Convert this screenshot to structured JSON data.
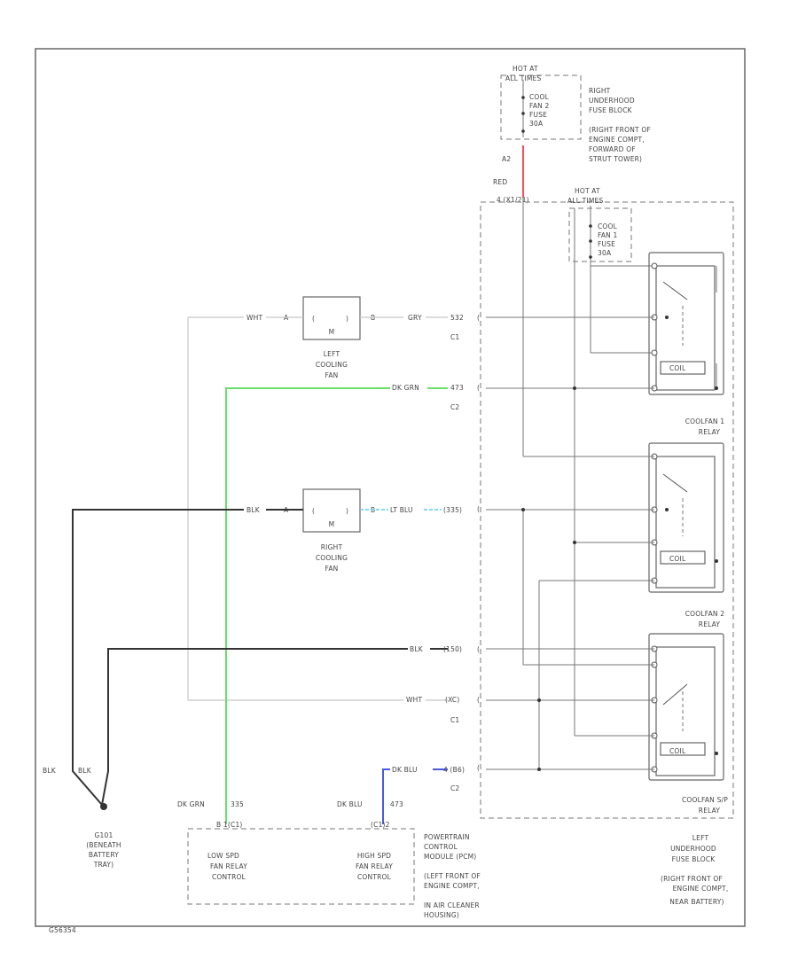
{
  "colors": {
    "red": "#ff4b5c",
    "green": "#66e06a",
    "cyan": "#5fd0e8",
    "blue": "#4a5ae0",
    "black": "#333333",
    "gray": "#c8c8c8"
  },
  "top_fuse": {
    "hot": "HOT AT",
    "hot2": "ALL TIMES",
    "fuse1": "COOL",
    "fuse2": "FAN 2",
    "fuse3": "FUSE",
    "fuse4": "30A",
    "desc": [
      "RIGHT",
      "UNDERHOOD",
      "FUSE BLOCK",
      "(RIGHT FRONT OF",
      "ENGINE COMPT,",
      "FORWARD OF",
      "STRUT TOWER)"
    ],
    "pin": "A2",
    "wire_color": "RED",
    "circuit": "4 (X1/21)"
  },
  "inner_fuse": {
    "hot": "HOT AT",
    "hot2": "ALL TIMES",
    "fuse1": "COOL",
    "fuse2": "FAN 1",
    "fuse3": "FUSE",
    "fuse4": "30A"
  },
  "left_fan": {
    "label": [
      "LEFT",
      "COOLING",
      "FAN"
    ],
    "motor": "M",
    "pin_a": "A",
    "pin_b": "B",
    "wire_in": "WHT",
    "wire_out": "GRY",
    "circuit": "532",
    "connector": "C1"
  },
  "right_fan": {
    "label": [
      "RIGHT",
      "COOLING",
      "FAN"
    ],
    "motor": "M",
    "pin_a": "A",
    "pin_b": "B",
    "wire_in": "BLK",
    "wire_out": "LT BLU",
    "circuit": "(335)"
  },
  "wires": {
    "dkgrn": "DK GRN",
    "dkgrn_circuit": "473",
    "blk_lower": "BLK",
    "blk_lower_circuit": "(150)",
    "wht_lower": "WHT",
    "wht_lower_circuit": "(XC)",
    "dkblu": "DK BLU",
    "dkblu_circuit": "4 (B6)",
    "c2a": "C2",
    "c1b": "C1",
    "c2b": "C2"
  },
  "relays": {
    "relay1": [
      "COOLFAN 1",
      "RELAY"
    ],
    "relay2": [
      "COOLFAN 2",
      "RELAY"
    ],
    "relay3": [
      "COOLFAN S/P",
      "RELAY"
    ],
    "coil": "COIL"
  },
  "lower_left": {
    "blk1": "BLK",
    "blk2": "BLK",
    "ground": [
      "G101",
      "(BENEATH",
      "BATTERY",
      "TRAY)"
    ]
  },
  "pcm": {
    "dkgrn": "DK GRN",
    "dkgrn_c": "335",
    "dkgrn_pin": "B 1(C1)",
    "dkblu": "DK BLU",
    "dkblu_c": "473",
    "dkblu_pin": "(C1)2",
    "low": [
      "LOW SPD",
      "FAN RELAY",
      "CONTROL"
    ],
    "high": [
      "HIGH SPD",
      "FAN RELAY",
      "CONTROL"
    ],
    "desc": [
      "POWERTRAIN",
      "CONTROL",
      "MODULE (PCM)",
      "(LEFT FRONT OF",
      "ENGINE COMPT,",
      "IN AIR CLEANER",
      "HOUSING)"
    ]
  },
  "left_fuse_block": [
    "LEFT",
    "UNDERHOOD",
    "FUSE BLOCK",
    "(RIGHT FRONT OF",
    "ENGINE COMPT,",
    "NEAR BATTERY)"
  ],
  "figure_id": "G56354"
}
